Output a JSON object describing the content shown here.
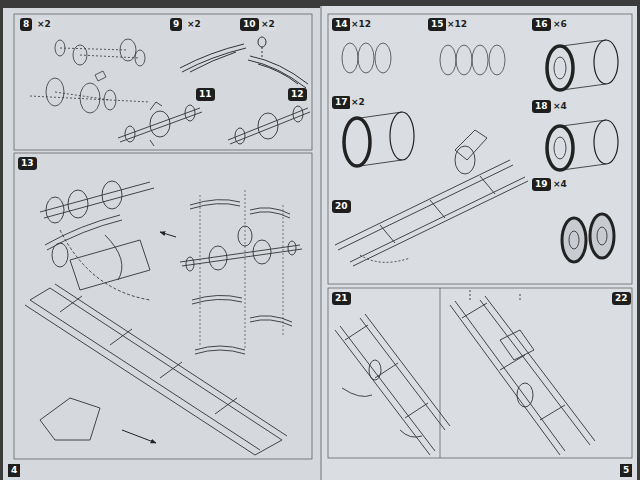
{
  "diagram": {
    "labels": [
      "8",
      "×2",
      "9",
      "×2",
      "10",
      "×2",
      "11",
      "12",
      "13",
      "4",
      "14",
      "×12",
      "15",
      "×12",
      "16",
      "×6",
      "17",
      "×2",
      "18",
      "×4",
      "19",
      "×4",
      "20",
      "21",
      "22",
      "5"
    ]
  }
}
